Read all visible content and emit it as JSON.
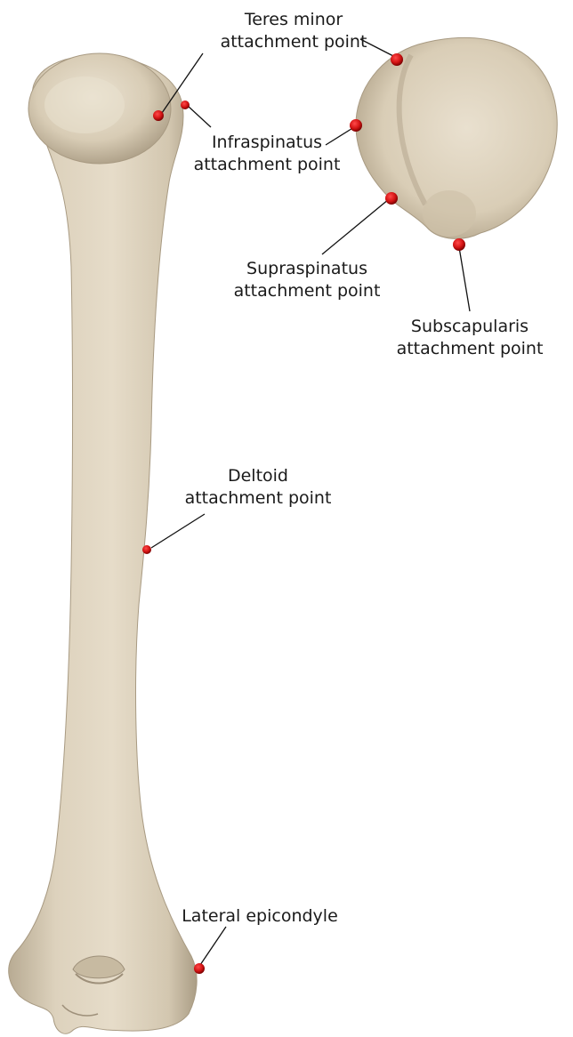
{
  "colors": {
    "bone": "#ddd2bd",
    "bone_shadow": "#b8ab93",
    "bone_highlight": "#ebe3d3",
    "marker": "#d41414",
    "marker_dark": "#7a0000",
    "leader_line": "#111111"
  },
  "labels": {
    "teres_minor": {
      "line1": "Teres minor",
      "line2": "attachment point"
    },
    "infraspinatus": {
      "line1": "Infraspinatus",
      "line2": "attachment point"
    },
    "supraspinatus": {
      "line1": "Supraspinatus",
      "line2": "attachment point"
    },
    "subscapularis": {
      "line1": "Subscapularis",
      "line2": "attachment point"
    },
    "deltoid": {
      "line1": "Deltoid",
      "line2": "attachment point"
    },
    "lateral_epicondyle": {
      "line1": "Lateral epicondyle"
    }
  }
}
